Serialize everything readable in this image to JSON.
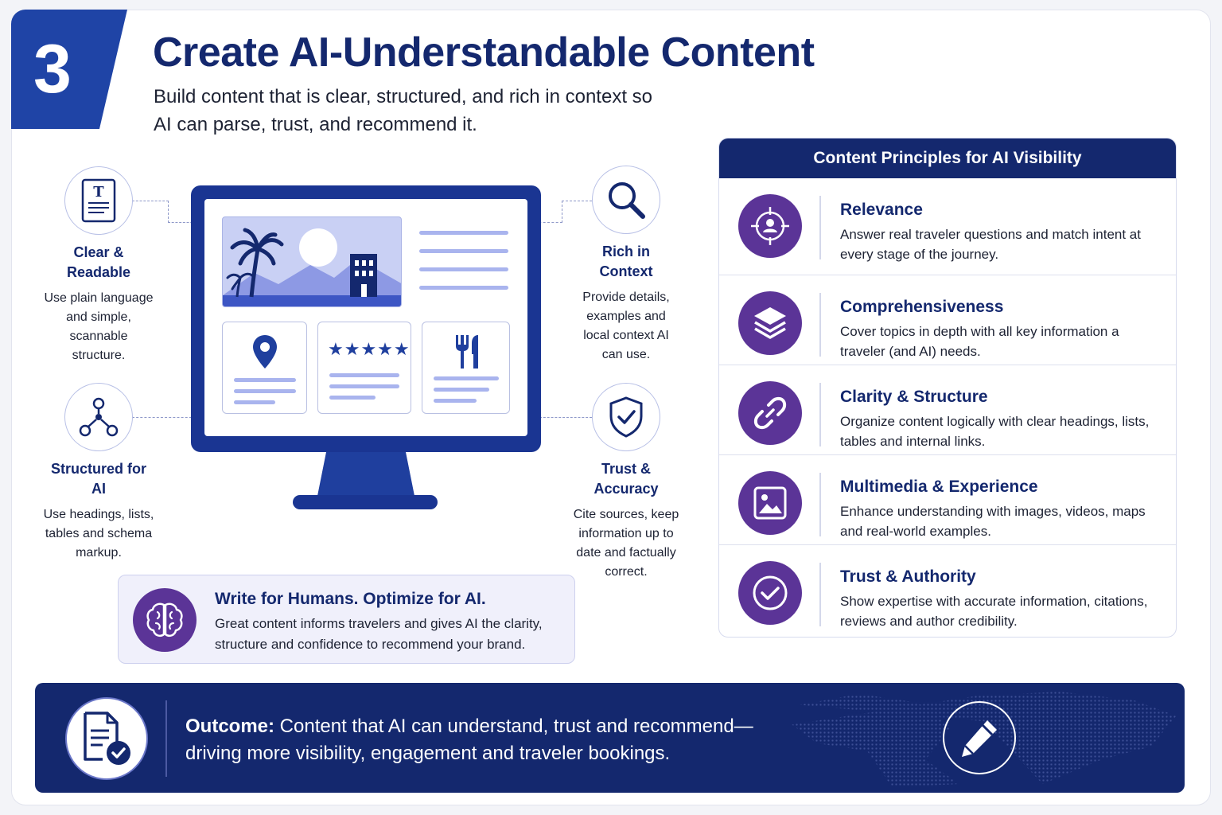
{
  "header": {
    "step_number": "3",
    "title": "Create AI-Understandable Content",
    "subtitle": "Build content that is clear, structured, and rich in context so AI can parse, trust, and recommend it."
  },
  "features": [
    {
      "title": "Clear & Readable",
      "description": "Use plain language and simple, scannable structure.",
      "icon": "document-text-icon"
    },
    {
      "title": "Structured for AI",
      "description": "Use headings, lists, tables and schema markup.",
      "icon": "hierarchy-icon"
    },
    {
      "title": "Rich in Context",
      "description": "Provide details, examples and local context AI can use.",
      "icon": "magnifier-icon"
    },
    {
      "title": "Trust & Accuracy",
      "description": "Cite sources, keep information up to date and factually correct.",
      "icon": "shield-check-icon"
    }
  ],
  "monitor": {
    "rating_stars": "★★★★★"
  },
  "callout": {
    "title": "Write for Humans. Optimize for AI.",
    "description": "Great content informs travelers and gives AI the clarity, structure and confidence to recommend your brand.",
    "icon": "brain-icon"
  },
  "principles": {
    "header": "Content Principles for AI Visibility",
    "items": [
      {
        "title": "Relevance",
        "description": "Answer real traveler questions and match intent at every stage of the journey.",
        "icon": "target-user-icon"
      },
      {
        "title": "Comprehensiveness",
        "description": "Cover topics in depth with all key information a traveler (and AI) needs.",
        "icon": "layers-icon"
      },
      {
        "title": "Clarity & Structure",
        "description": "Organize content logically with clear headings, lists, tables and internal links.",
        "icon": "link-icon"
      },
      {
        "title": "Multimedia & Experience",
        "description": "Enhance understanding with images, videos, maps and real-world examples.",
        "icon": "image-icon"
      },
      {
        "title": "Trust & Authority",
        "description": "Show expertise with accurate information, citations, reviews and author credibility.",
        "icon": "check-circle-icon"
      }
    ]
  },
  "outcome": {
    "label": "Outcome:",
    "text": " Content that AI can understand, trust and recommend—driving more visibility, engagement and traveler bookings."
  },
  "colors": {
    "navy": "#14286e",
    "royal_blue": "#1f44a6",
    "purple": "#5b3497",
    "light_blue": "#a9b4ee"
  }
}
